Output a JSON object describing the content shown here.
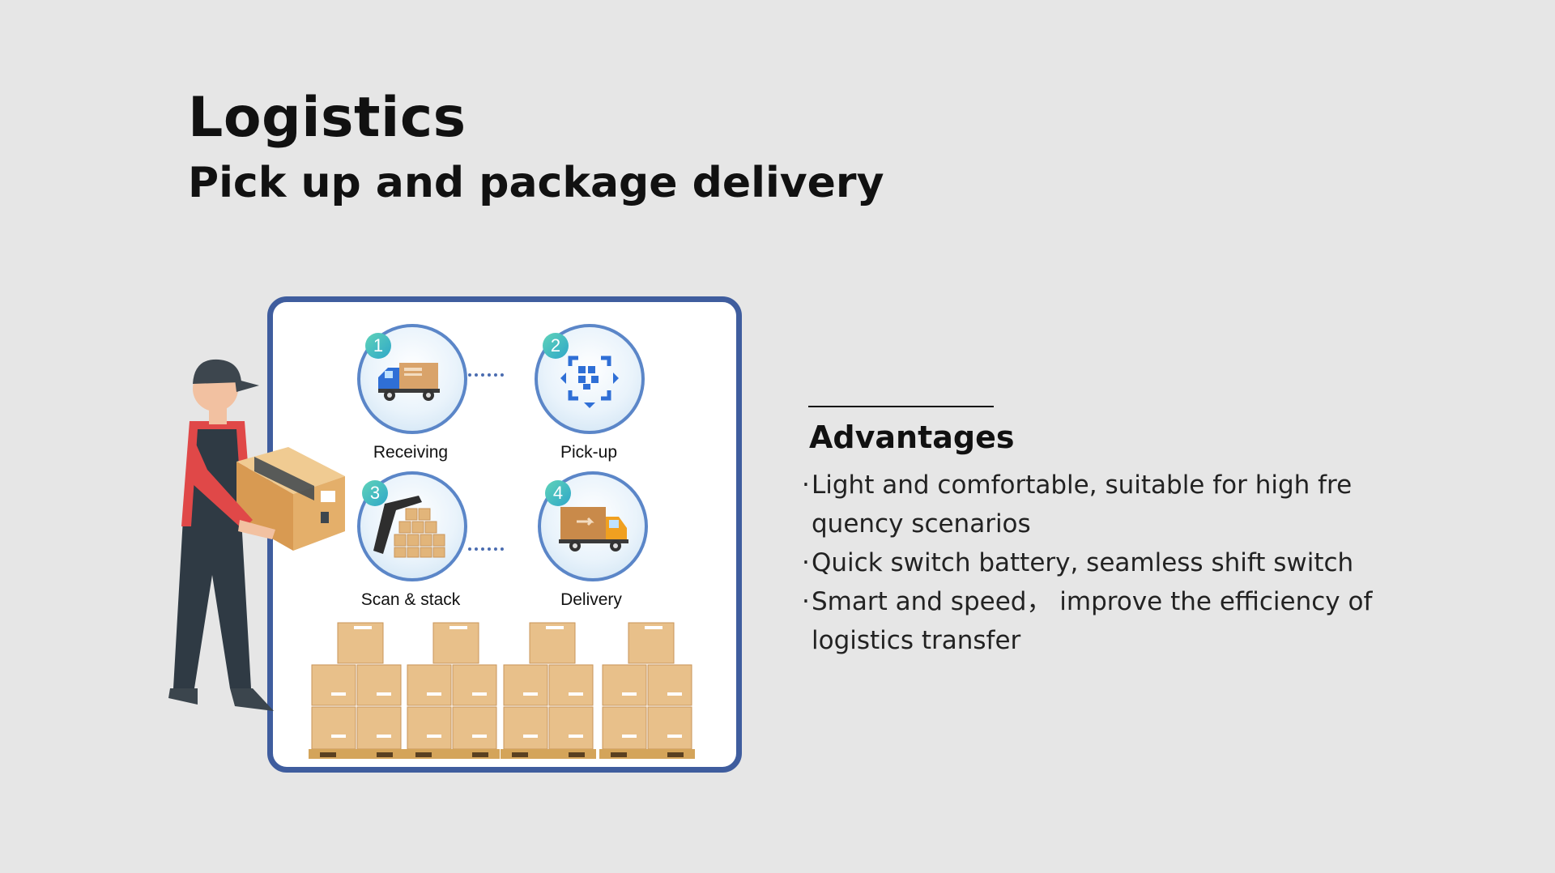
{
  "header": {
    "title": "Logistics",
    "subtitle": "Pick up and package delivery"
  },
  "process": {
    "steps": [
      {
        "number": "1",
        "label": "Receiving",
        "icon": "truck-icon"
      },
      {
        "number": "2",
        "label": "Pick-up",
        "icon": "scan-frame-icon"
      },
      {
        "number": "3",
        "label": "Scan & stack",
        "icon": "barcode-scanner-icon"
      },
      {
        "number": "4",
        "label": "Delivery",
        "icon": "delivery-truck-icon"
      }
    ]
  },
  "advantages": {
    "title": "Advantages",
    "bullet": "·",
    "lines": [
      {
        "text": "Light and comfortable, suitable for high fre",
        "bullet": true
      },
      {
        "text": "quency scenarios",
        "bullet": false
      },
      {
        "text": "Quick switch battery, seamless shift switch",
        "bullet": true
      },
      {
        "text": "Smart and speed， improve the efficiency of",
        "bullet": true
      },
      {
        "text": "logistics transfer",
        "bullet": false
      }
    ]
  },
  "colors": {
    "background": "#e6e6e6",
    "panel_border": "#3f5d9e",
    "accent_blue": "#2f6fd6",
    "box": "#e8b878",
    "shirt": "#e04848"
  }
}
